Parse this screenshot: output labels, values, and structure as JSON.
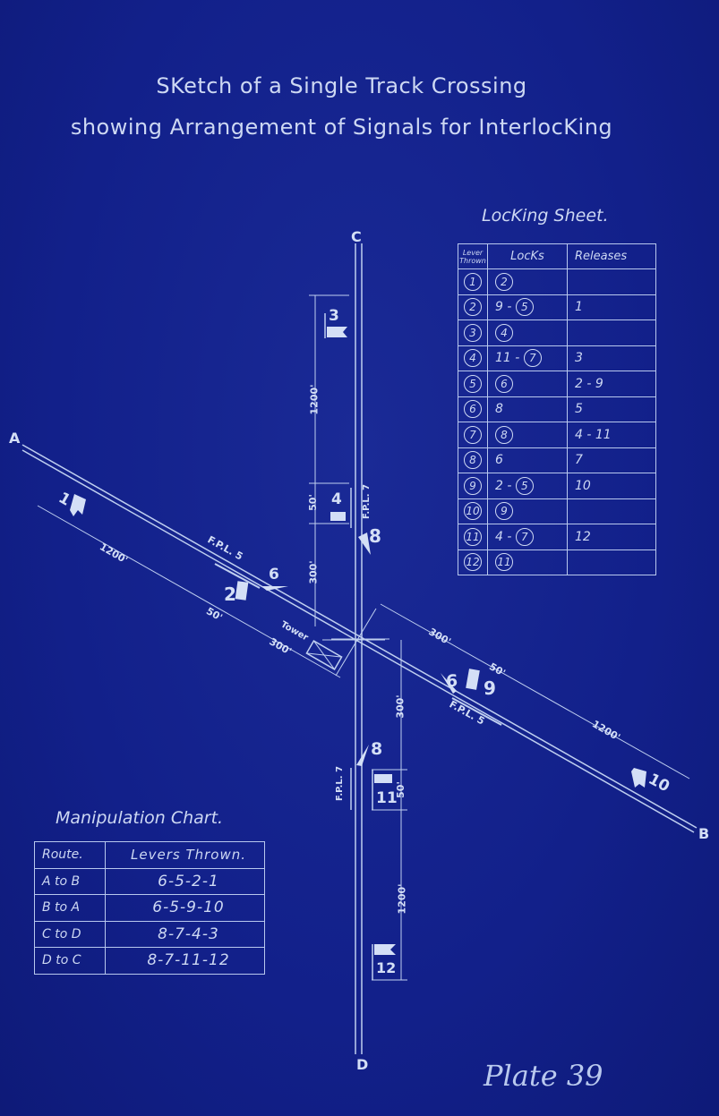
{
  "title": {
    "line1": "SKetch of a Single Track Crossing",
    "line2": "showing Arrangement of Signals for InterlocKing"
  },
  "track_labels": {
    "a": "A",
    "b": "B",
    "c": "C",
    "d": "D"
  },
  "signals": [
    "1",
    "2",
    "3",
    "4",
    "6",
    "8",
    "9",
    "10",
    "11",
    "12",
    "6",
    "8"
  ],
  "signal_labels": {
    "s1": "1",
    "s2": "2",
    "s3": "3",
    "s4": "4",
    "s6a": "6",
    "s6b": "6",
    "s8a": "8",
    "s8b": "8",
    "s9": "9",
    "s10": "10",
    "s11": "11",
    "s12": "12"
  },
  "annotations": {
    "fpl5_upper": "F.P.L. 5",
    "fpl5_lower": "F.P.L. 5",
    "fpl7_upper": "F.P.L. 7",
    "fpl7_lower": "F.P.L. 7",
    "tower": "Tower"
  },
  "dimensions": {
    "a_1200": "1200'",
    "a_50": "50'",
    "a_300": "300'",
    "b_300": "300'",
    "b_50": "50'",
    "b_1200": "1200'",
    "c_1200": "1200'",
    "c_50": "50'",
    "c_300": "300'",
    "d_300": "300'",
    "d_50": "50'",
    "d_1200": "1200'"
  },
  "locking_sheet": {
    "caption": "LocKing Sheet.",
    "headers": {
      "lever": "Lever Thrown",
      "locks": "LocKs",
      "releases": "Releases"
    },
    "rows": [
      {
        "lever": "1",
        "locks_plain": "",
        "locks_circled": "2",
        "releases": ""
      },
      {
        "lever": "2",
        "locks_plain": "9 -",
        "locks_circled": "5",
        "releases": "1"
      },
      {
        "lever": "3",
        "locks_plain": "",
        "locks_circled": "4",
        "releases": ""
      },
      {
        "lever": "4",
        "locks_plain": "11 -",
        "locks_circled": "7",
        "releases": "3"
      },
      {
        "lever": "5",
        "locks_plain": "",
        "locks_circled": "6",
        "releases": "2 - 9"
      },
      {
        "lever": "6",
        "locks_plain": "8",
        "locks_circled": "",
        "releases": "5"
      },
      {
        "lever": "7",
        "locks_plain": "",
        "locks_circled": "8",
        "releases": "4 - 11"
      },
      {
        "lever": "8",
        "locks_plain": "6",
        "locks_circled": "",
        "releases": "7"
      },
      {
        "lever": "9",
        "locks_plain": "2 -",
        "locks_circled": "5",
        "releases": "10"
      },
      {
        "lever": "10",
        "locks_plain": "",
        "locks_circled": "9",
        "releases": ""
      },
      {
        "lever": "11",
        "locks_plain": "4 -",
        "locks_circled": "7",
        "releases": "12"
      },
      {
        "lever": "12",
        "locks_plain": "",
        "locks_circled": "11",
        "releases": ""
      }
    ]
  },
  "manipulation_chart": {
    "caption": "Manipulation Chart.",
    "headers": {
      "route": "Route.",
      "levers": "Levers Thrown."
    },
    "rows": [
      {
        "route": "A to B",
        "levers": "6-5-2-1"
      },
      {
        "route": "B to A",
        "levers": "6-5-9-10"
      },
      {
        "route": "C to D",
        "levers": "8-7-4-3"
      },
      {
        "route": "D to C",
        "levers": "8-7-11-12"
      }
    ]
  },
  "plate": "Plate 39",
  "colors": {
    "background": "#13228a",
    "ink": "#cdd8f3"
  }
}
